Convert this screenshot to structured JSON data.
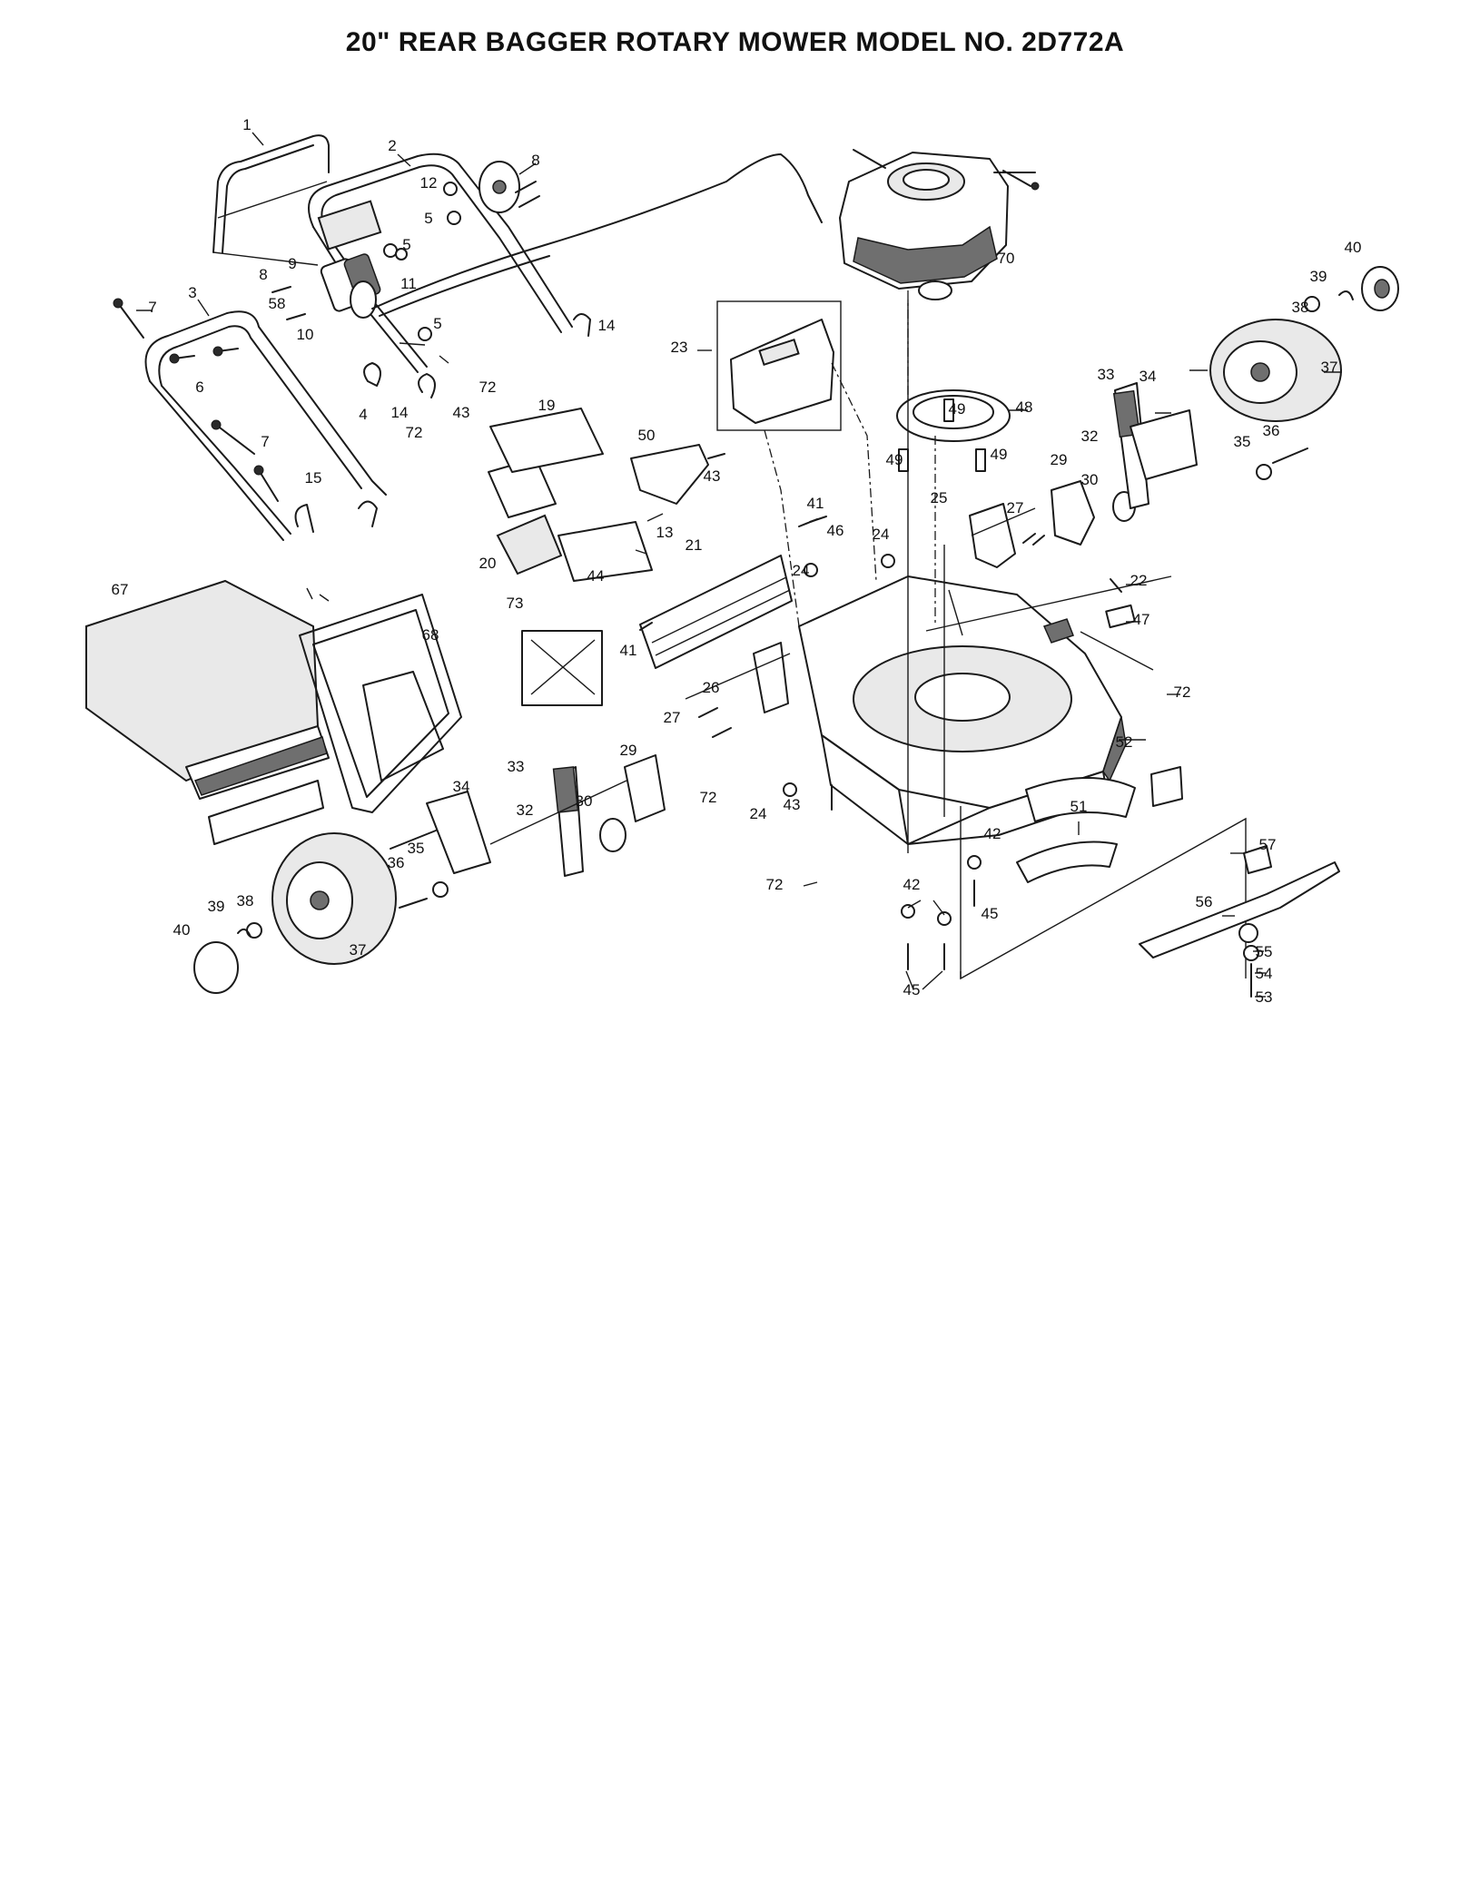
{
  "title": "20\" REAR BAGGER ROTARY MOWER MODEL NO. 2D772A",
  "callouts": [
    {
      "id": "c1",
      "text": "1"
    },
    {
      "id": "c2",
      "text": "2"
    },
    {
      "id": "c3",
      "text": "3"
    },
    {
      "id": "c4",
      "text": "4"
    },
    {
      "id": "c5a",
      "text": "5"
    },
    {
      "id": "c5b",
      "text": "5"
    },
    {
      "id": "c5c",
      "text": "5"
    },
    {
      "id": "c6",
      "text": "6"
    },
    {
      "id": "c7a",
      "text": "7"
    },
    {
      "id": "c7b",
      "text": "7"
    },
    {
      "id": "c8a",
      "text": "8"
    },
    {
      "id": "c8b",
      "text": "8"
    },
    {
      "id": "c9",
      "text": "9"
    },
    {
      "id": "c10",
      "text": "10"
    },
    {
      "id": "c11",
      "text": "11"
    },
    {
      "id": "c12",
      "text": "12"
    },
    {
      "id": "c13",
      "text": "13"
    },
    {
      "id": "c14a",
      "text": "14"
    },
    {
      "id": "c14b",
      "text": "14"
    },
    {
      "id": "c15",
      "text": "15"
    },
    {
      "id": "c19",
      "text": "19"
    },
    {
      "id": "c20",
      "text": "20"
    },
    {
      "id": "c21",
      "text": "21"
    },
    {
      "id": "c22",
      "text": "22"
    },
    {
      "id": "c23",
      "text": "23"
    },
    {
      "id": "c24a",
      "text": "24"
    },
    {
      "id": "c24b",
      "text": "24"
    },
    {
      "id": "c24c",
      "text": "24"
    },
    {
      "id": "c25",
      "text": "25"
    },
    {
      "id": "c26",
      "text": "26"
    },
    {
      "id": "c27a",
      "text": "27"
    },
    {
      "id": "c27b",
      "text": "27"
    },
    {
      "id": "c29a",
      "text": "29"
    },
    {
      "id": "c29b",
      "text": "29"
    },
    {
      "id": "c30a",
      "text": "30"
    },
    {
      "id": "c30b",
      "text": "30"
    },
    {
      "id": "c32a",
      "text": "32"
    },
    {
      "id": "c32b",
      "text": "32"
    },
    {
      "id": "c33a",
      "text": "33"
    },
    {
      "id": "c33b",
      "text": "33"
    },
    {
      "id": "c34a",
      "text": "34"
    },
    {
      "id": "c34b",
      "text": "34"
    },
    {
      "id": "c35a",
      "text": "35"
    },
    {
      "id": "c35b",
      "text": "35"
    },
    {
      "id": "c36a",
      "text": "36"
    },
    {
      "id": "c36b",
      "text": "36"
    },
    {
      "id": "c37a",
      "text": "37"
    },
    {
      "id": "c37b",
      "text": "37"
    },
    {
      "id": "c38a",
      "text": "38"
    },
    {
      "id": "c38b",
      "text": "38"
    },
    {
      "id": "c39a",
      "text": "39"
    },
    {
      "id": "c39b",
      "text": "39"
    },
    {
      "id": "c40a",
      "text": "40"
    },
    {
      "id": "c40b",
      "text": "40"
    },
    {
      "id": "c41a",
      "text": "41"
    },
    {
      "id": "c41b",
      "text": "41"
    },
    {
      "id": "c42a",
      "text": "42"
    },
    {
      "id": "c42b",
      "text": "42"
    },
    {
      "id": "c43a",
      "text": "43"
    },
    {
      "id": "c43b",
      "text": "43"
    },
    {
      "id": "c43c",
      "text": "43"
    },
    {
      "id": "c44",
      "text": "44"
    },
    {
      "id": "c45a",
      "text": "45"
    },
    {
      "id": "c45b",
      "text": "45"
    },
    {
      "id": "c46",
      "text": "46"
    },
    {
      "id": "c47",
      "text": "47"
    },
    {
      "id": "c48",
      "text": "48"
    },
    {
      "id": "c49a",
      "text": "49"
    },
    {
      "id": "c49b",
      "text": "49"
    },
    {
      "id": "c49c",
      "text": "49"
    },
    {
      "id": "c50",
      "text": "50"
    },
    {
      "id": "c51",
      "text": "51"
    },
    {
      "id": "c52",
      "text": "52"
    },
    {
      "id": "c53",
      "text": "53"
    },
    {
      "id": "c54",
      "text": "54"
    },
    {
      "id": "c55",
      "text": "55"
    },
    {
      "id": "c56",
      "text": "56"
    },
    {
      "id": "c57",
      "text": "57"
    },
    {
      "id": "c58",
      "text": "58"
    },
    {
      "id": "c67",
      "text": "67"
    },
    {
      "id": "c68",
      "text": "68"
    },
    {
      "id": "c70",
      "text": "70"
    },
    {
      "id": "c72a",
      "text": "72"
    },
    {
      "id": "c72b",
      "text": "72"
    },
    {
      "id": "c72c",
      "text": "72"
    },
    {
      "id": "c72d",
      "text": "72"
    },
    {
      "id": "c72e",
      "text": "72"
    },
    {
      "id": "c73",
      "text": "73"
    }
  ]
}
